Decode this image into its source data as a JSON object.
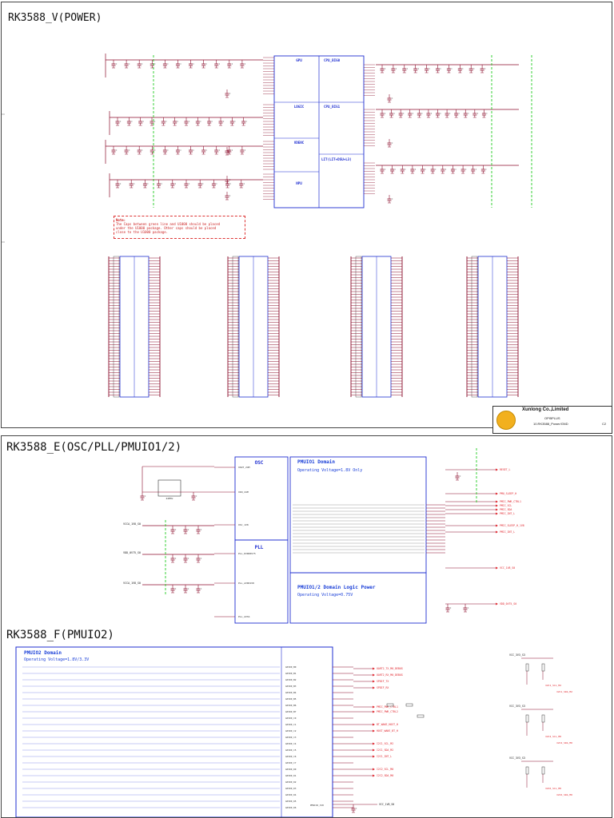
{
  "sheets": [
    {
      "id": "power",
      "title": "RK3588_V(POWER)"
    },
    {
      "id": "osc",
      "title": "RK3588_E(OSC/PLL/PMUIO1/2)"
    },
    {
      "id": "pmuio",
      "title": "RK3588_F(PMUIO2)"
    }
  ],
  "power": {
    "blocks": [
      "GPU",
      "LOGIC",
      "VDENC",
      "NPU",
      "CPU_BIG0",
      "CPU_BIG1",
      "LIT(LIT+DSU+L3)"
    ],
    "note_title": "Note:",
    "note_lines": [
      "The Caps between green line and U1000 should be placed",
      "under the U1000 package. Other caps should be placed",
      "close to the U1000 package."
    ]
  },
  "title_block": {
    "company": "Xunlong Co.,Limited",
    "board": "OPI5PLUS",
    "sheet_name": "10.RK3588_Power/GND",
    "rev": "C2"
  },
  "osc": {
    "osc_block": "OSC",
    "pll_block": "PLL",
    "pmuio1_title": "PMUIO1 Domain",
    "pmuio1_voltage": "Operating Voltage=1.8V Only",
    "logic_title": "PMUIO1/2 Domain Logic Power",
    "logic_voltage": "Operating Voltage=0.75V",
    "crystal": "24MHz",
    "nets_left": [
      "VCCA_1V8_S0",
      "VDD_0V75_S0",
      "VCCA_1V8_S0"
    ],
    "pins_left": [
      "XOUT_24M",
      "XIN_24M",
      "OSC_1V8",
      "PLL_DVDD0V75",
      "PLL_AVDD1V8",
      "PLL_AVSS"
    ],
    "right_nets": [
      "RESET_L",
      "PMU_SLEEP_H",
      "PMIC_PWR_CTRL1",
      "PMIC_SCL",
      "PMIC_SDA",
      "PMIC_INT_L",
      "PMIC_SLEEP_H_1V8",
      "PMIC_INT_L",
      "VCC_1V8_S0",
      "VDD_0V75_S0"
    ]
  },
  "pmuio2": {
    "title": "PMUIO2 Domain",
    "voltage": "Operating Voltage=1.8V/3.3V",
    "nets_right": [
      "UART2_TX_M0_DEBUG",
      "UART2_RX_M0_DEBUG",
      "SPDIF_TX",
      "SPDIF_RX",
      "PMIC_PWR_CTRL1",
      "PMIC_PWR_CTRL2",
      "BT_WAKE_HOST_H",
      "HOST_WAKE_BT_H",
      "I2C1_SCL_M2",
      "I2C1_SDA_M2",
      "I2C1_INT_L",
      "I2C2_SCL_M0",
      "I2C2_SDA_M0"
    ],
    "rails": [
      "VCC_3V3_S3",
      "VCC_3V3_S3",
      "VCC_3V3_S3"
    ],
    "pull_nets": [
      "I2C1_SCL_M2",
      "I2C1_SDA_M2",
      "I2C2_SCL_M0",
      "I2C2_SDA_M0",
      "I2C6_SCL_M0",
      "I2C6_SDA_M0"
    ],
    "bottom_net": "VCC_1V8_S0",
    "pmuio2_pin": "PMUIO2_1V8"
  },
  "colors": {
    "wire": "#8b0d2b",
    "block": "#1f2fd1",
    "net_label": "#e0242c",
    "guide": "#22cc22",
    "text_blue": "#1a3fd8"
  }
}
